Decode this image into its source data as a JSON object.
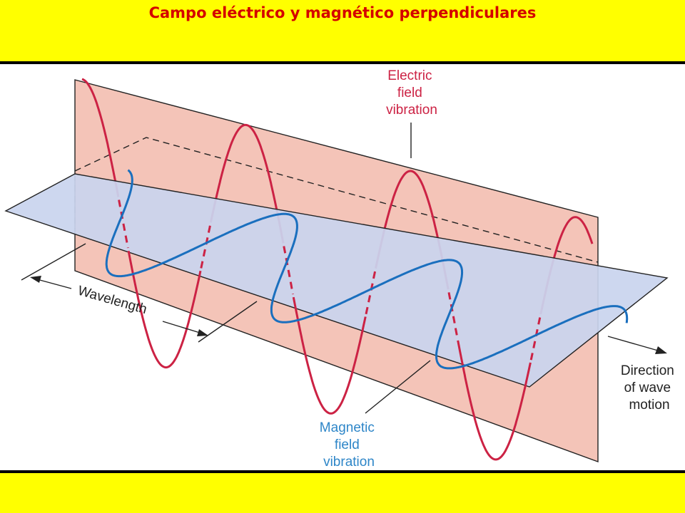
{
  "header": {
    "title": "Campo eléctrico y magnético perpendiculares"
  },
  "colors": {
    "band": "#ffff00",
    "title": "#d40000",
    "electric_plane": "#f4c4b8",
    "magnetic_plane": "#c9d4ee",
    "electric_wave": "#cc2244",
    "magnetic_wave": "#1a6fbe",
    "electric_label": "#cc2244",
    "magnetic_label": "#2e86c8"
  },
  "diagram": {
    "electric_label": [
      "Electric",
      "field",
      "vibration"
    ],
    "magnetic_label": [
      "Magnetic",
      "field",
      "vibration"
    ],
    "direction_label": [
      "Direction",
      "of wave",
      "motion"
    ],
    "wavelength_label": "Wavelength"
  }
}
